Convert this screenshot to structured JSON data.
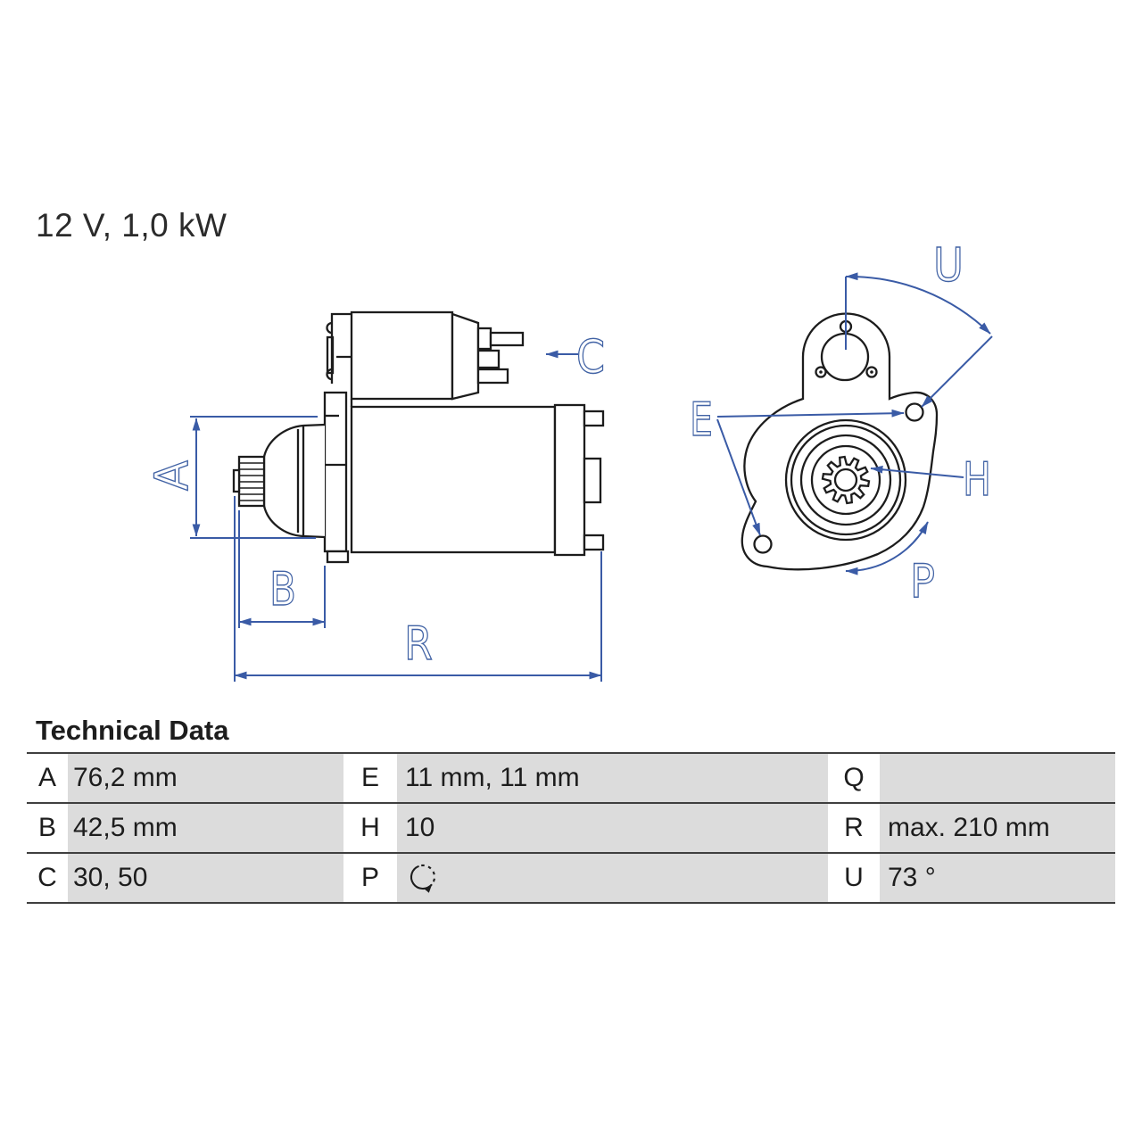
{
  "product": {
    "spec": "12 V, 1,0 kW"
  },
  "diagram": {
    "labels": {
      "A": "A",
      "B": "B",
      "C": "C",
      "R": "R",
      "U": "U",
      "E": "E",
      "H": "H",
      "P": "P"
    },
    "colors": {
      "line": "#1c1c1c",
      "dimension": "#3a5ba6"
    }
  },
  "table": {
    "title": "Technical Data",
    "rows": [
      {
        "cells": [
          {
            "k": "A",
            "v": "76,2 mm"
          },
          {
            "k": "E",
            "v": "11 mm, 11 mm"
          },
          {
            "k": "Q",
            "v": ""
          }
        ]
      },
      {
        "cells": [
          {
            "k": "B",
            "v": "42,5 mm"
          },
          {
            "k": "H",
            "v": "10"
          },
          {
            "k": "R",
            "v": "max. 210 mm"
          }
        ]
      },
      {
        "cells": [
          {
            "k": "C",
            "v": "30, 50"
          },
          {
            "k": "P",
            "v": "",
            "icon": "rotation-direction-icon"
          },
          {
            "k": "U",
            "v": "73 °"
          }
        ]
      }
    ],
    "colors": {
      "cell_bg": "#dcdcdc",
      "border": "#3f3f3f"
    }
  }
}
